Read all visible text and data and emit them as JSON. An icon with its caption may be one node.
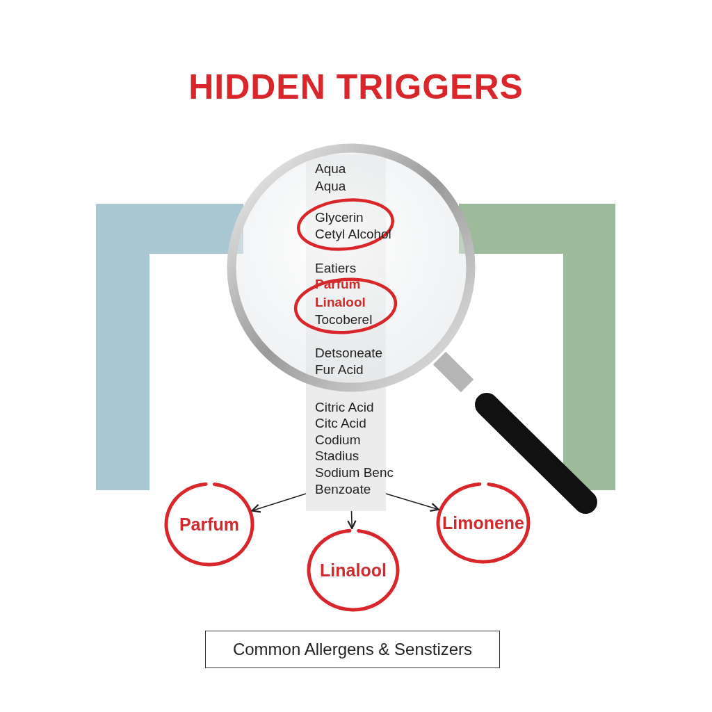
{
  "diagram": {
    "title": "HIDDEN TRIGGERS",
    "nodes": [
      {
        "text": [
          "Aqua",
          "Aqua",
          "Glycerin",
          "Cetyl Alcohol",
          "Eatiers",
          "Parfum",
          "Linalool",
          "Tocoberel",
          "Detsoneate",
          "Fur Acid",
          "Citric Acid",
          "Citc Acid",
          "Codium",
          "Stadius",
          "Sodium Benc",
          "Benzoate"
        ]
      },
      {
        "text": [
          "Parfum"
        ]
      },
      {
        "text": [
          "Linalool"
        ]
      },
      {
        "text": [
          "Limonene"
        ]
      },
      {
        "text": [
          "Common Allergens & Senstizers"
        ]
      }
    ],
    "edges": [
      {
        "from": 0,
        "to": 1,
        "arrow": "to"
      },
      {
        "from": 0,
        "to": 2,
        "arrow": "to"
      },
      {
        "from": 0,
        "to": 3,
        "arrow": "to"
      }
    ]
  }
}
